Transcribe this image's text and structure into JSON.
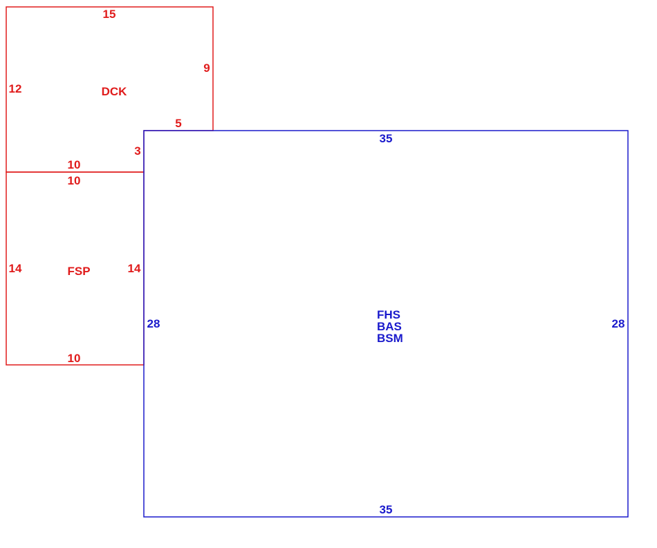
{
  "colors": {
    "outbuilding": "#e01b1b",
    "main_building": "#1a1acc"
  },
  "deck": {
    "code": "DCK",
    "dimensions": {
      "top": "15",
      "right_upper": "9",
      "step": "5",
      "right_lower": "3",
      "bottom": "10",
      "left": "12"
    }
  },
  "porch": {
    "code": "FSP",
    "dimensions": {
      "top": "10",
      "left": "14",
      "right": "14",
      "bottom": "10"
    }
  },
  "main": {
    "codes": [
      "FHS",
      "BAS",
      "BSM"
    ],
    "dimensions": {
      "top": "35",
      "left": "28",
      "right": "28",
      "bottom": "35"
    }
  }
}
